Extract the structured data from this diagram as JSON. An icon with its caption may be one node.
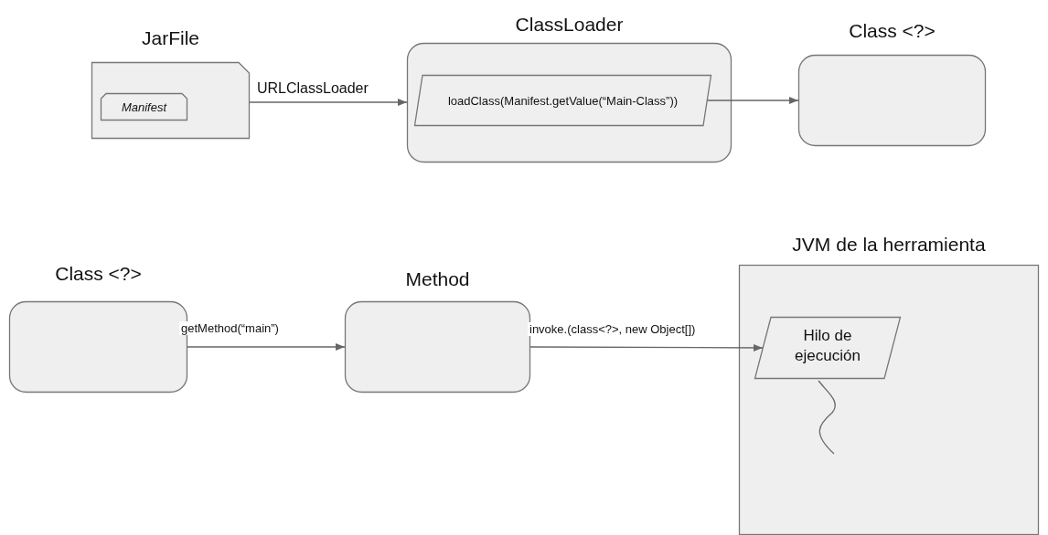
{
  "diagram": {
    "nodes": [
      {
        "text": [
          "JarFile"
        ]
      },
      {
        "text": [
          "Manifest"
        ],
        "in": 0
      },
      {
        "text": [
          "ClassLoader"
        ]
      },
      {
        "text": [
          "loadClass(Manifest.getValue(“Main-Class”))"
        ],
        "in": 2
      },
      {
        "text": [
          "Class <?>"
        ]
      },
      {
        "text": [
          "Class <?>"
        ]
      },
      {
        "text": [
          "Method"
        ]
      },
      {
        "text": [
          "JVM de la herramienta"
        ]
      },
      {
        "text": [
          "Hilo de ejecución"
        ],
        "in": 7
      }
    ],
    "edges": [
      {
        "from": 0,
        "to": 2,
        "arrow": "to",
        "label": "URLClassLoader"
      },
      {
        "from": 3,
        "to": 4,
        "arrow": "to"
      },
      {
        "from": 5,
        "to": 6,
        "arrow": "to",
        "label": "getMethod(“main”)"
      },
      {
        "from": 6,
        "to": 8,
        "arrow": "to",
        "label": "invoke.(class<?>, new Object[])"
      }
    ]
  }
}
